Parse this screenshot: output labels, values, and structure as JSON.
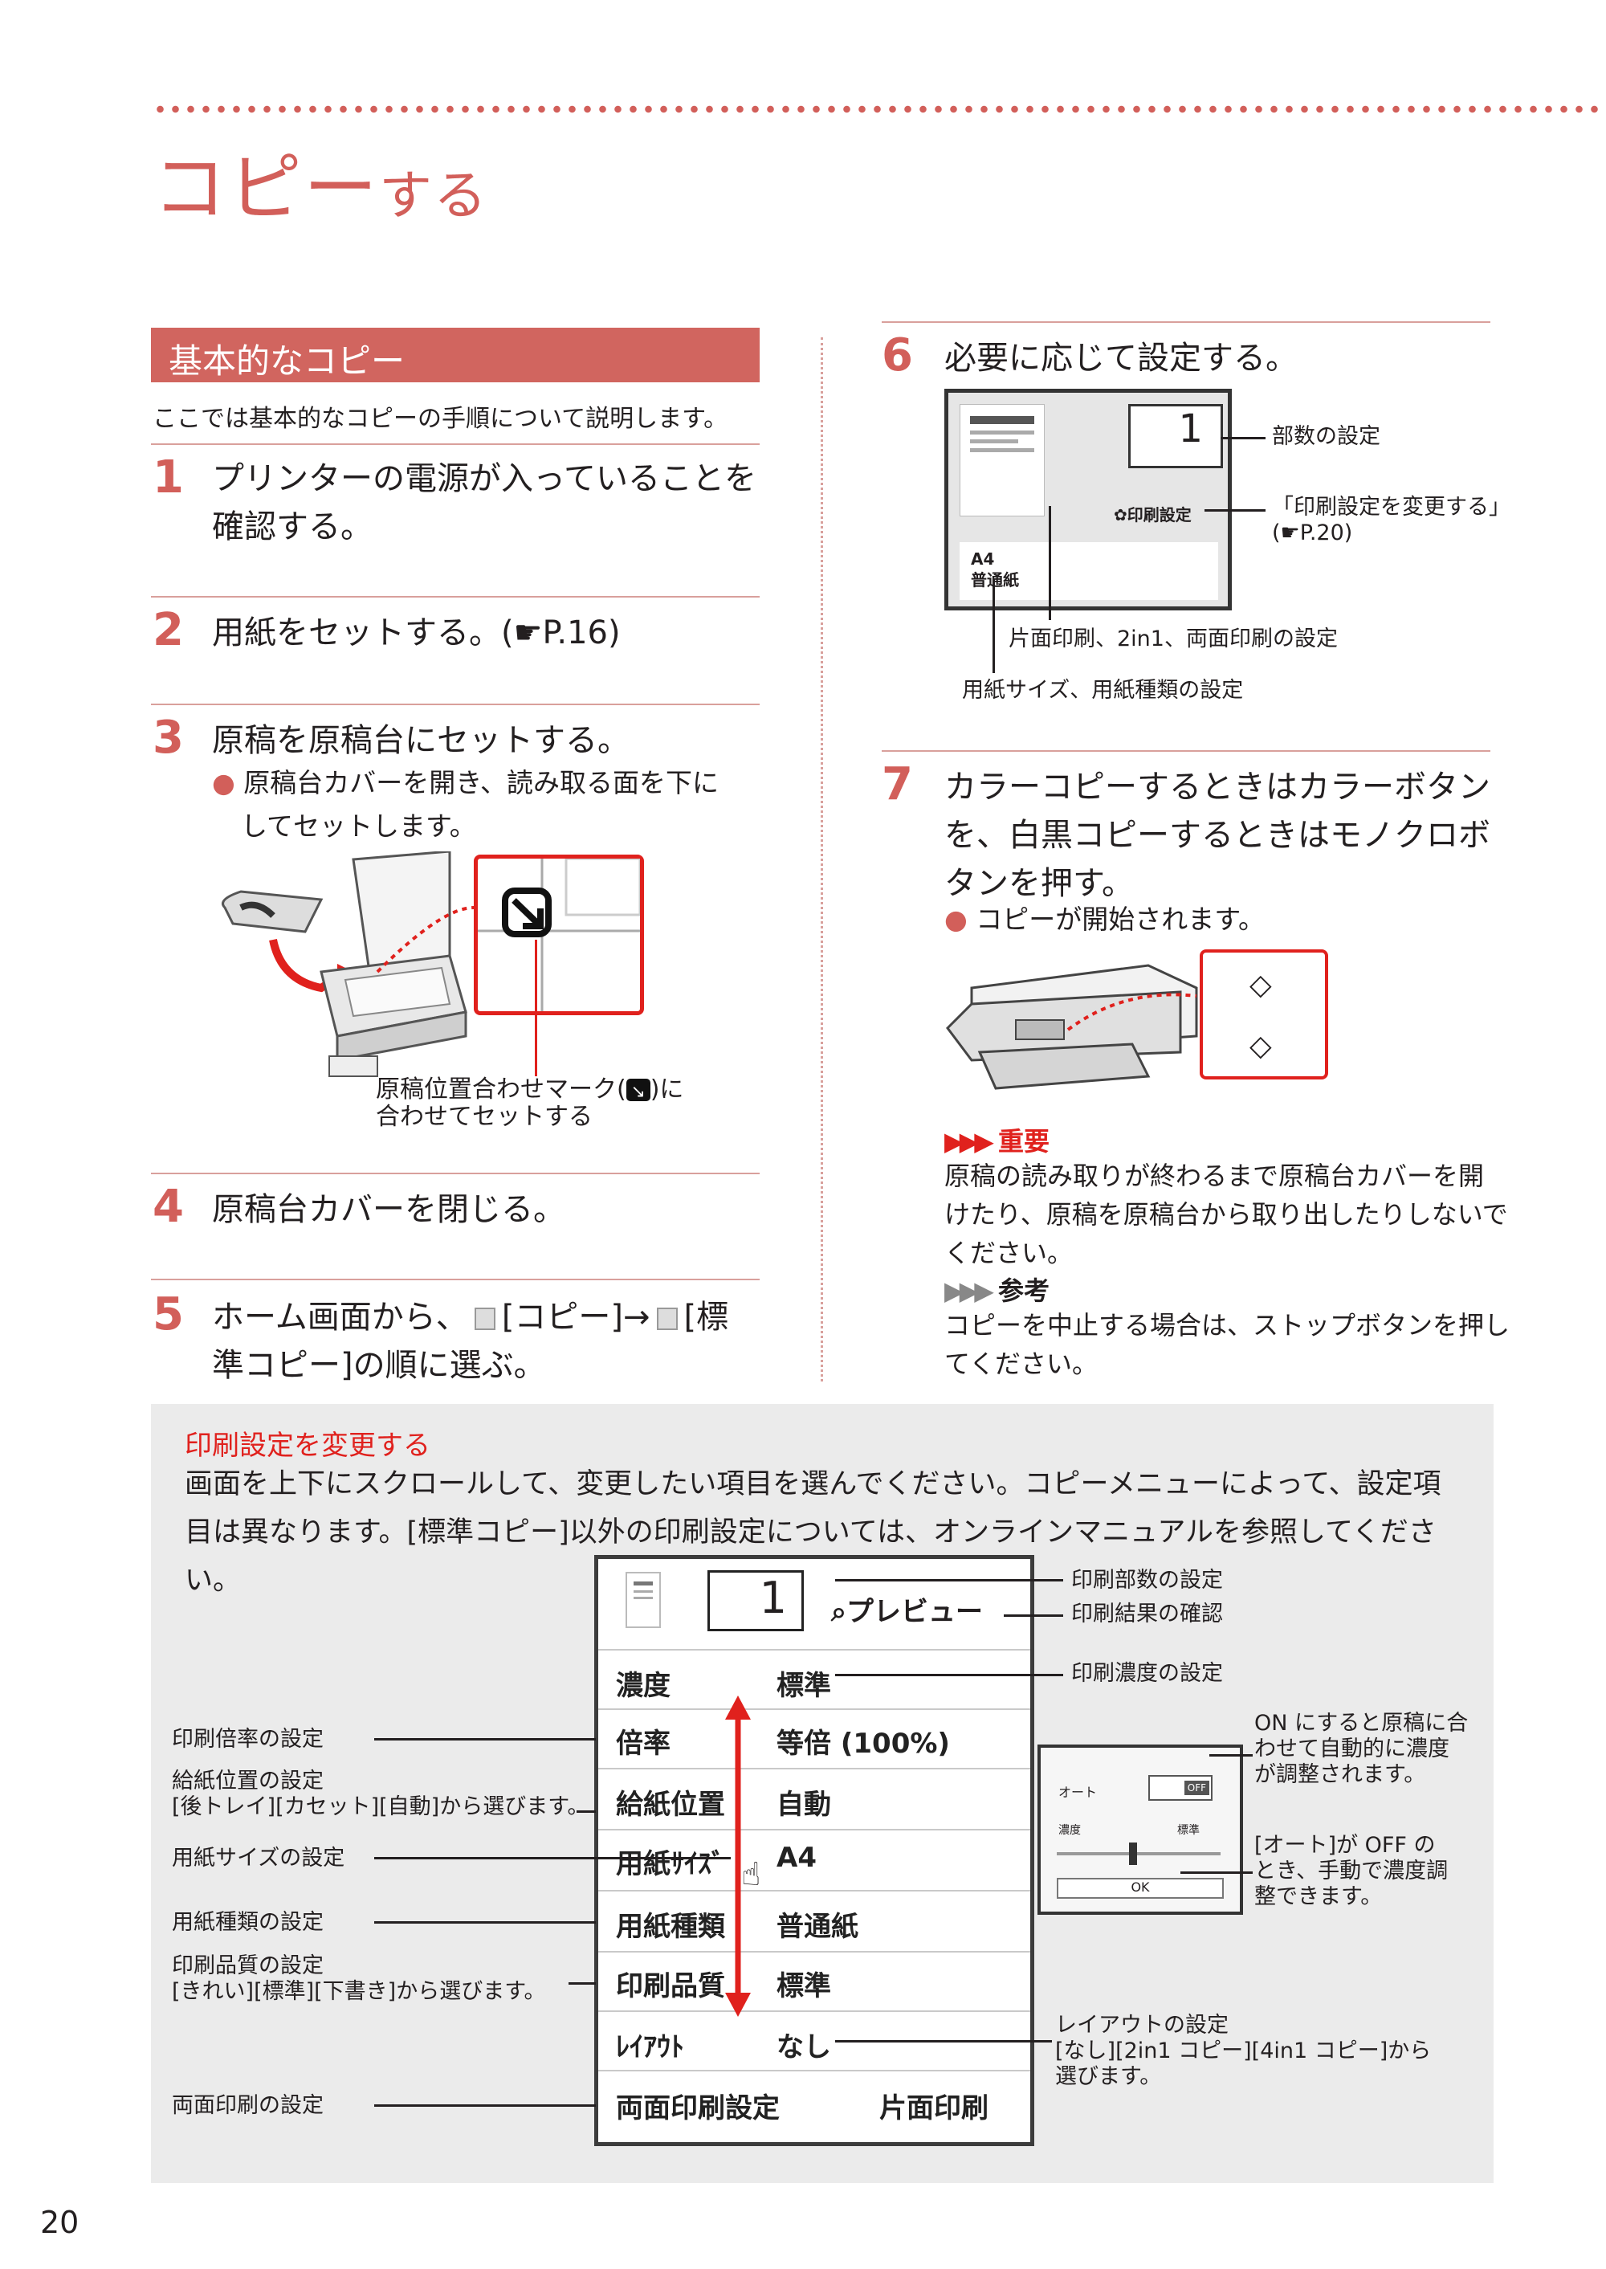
{
  "page_title": {
    "main": "コピー",
    "suffix": "する"
  },
  "section": {
    "title": "基本的なコピー",
    "intro": "ここでは基本的なコピーの手順について説明します。"
  },
  "steps": {
    "s1": {
      "num": "1",
      "line1": "プリンターの電源が入っていることを",
      "line2": "確認する。"
    },
    "s2": {
      "num": "2",
      "text": "用紙をセットする。(☛P.16)"
    },
    "s3": {
      "num": "3",
      "text": "原稿を原稿台にセットする。",
      "bullet1": "原稿台カバーを開き、読み取る面を下に",
      "bullet2": "してセットします。",
      "caption1": "原稿位置合わせマーク(",
      "caption1b": ")に",
      "caption2": "合わせてセットする"
    },
    "s4": {
      "num": "4",
      "text": "原稿台カバーを閉じる。"
    },
    "s5": {
      "num": "5",
      "line1a": "ホーム画面から、",
      "line1b": "[コピー]→",
      "line1c": "[標",
      "line2": "準コピー]の順に選ぶ。"
    },
    "s6": {
      "num": "6",
      "text": "必要に応じて設定する。",
      "copies_value": "1",
      "copies_label": "部数の設定",
      "print_settings": "✿印刷設定",
      "print_settings_label1": "「印刷設定を変更する」",
      "print_settings_label2": "(☛P.20)",
      "paper_size": "A4",
      "paper_type": "普通紙",
      "duplex_label": "片面印刷、2in1、両面印刷の設定",
      "paper_label": "用紙サイズ、用紙種類の設定"
    },
    "s7": {
      "num": "7",
      "line1": "カラーコピーするときはカラーボタン",
      "line2": "を、白黒コピーするときはモノクロボ",
      "line3": "タンを押す。",
      "bullet": "コピーが開始されます。"
    }
  },
  "important": {
    "head": "重要",
    "line1": "原稿の読み取りが終わるまで原稿台カバーを開",
    "line2": "けたり、原稿を原稿台から取り出したりしないで",
    "line3": "ください。"
  },
  "reference": {
    "head": "参考",
    "line1": "コピーを中止する場合は、ストップボタンを押し",
    "line2": "てください。"
  },
  "panel": {
    "title": "印刷設定を変更する",
    "line1": "画面を上下にスクロールして、変更したい項目を選んでください。コピーメニューによって、設定項",
    "line2": "目は異なります。[標準コピー]以外の印刷設定については、オンラインマニュアルを参照してください。",
    "copies": "1",
    "preview": "プレビュー",
    "rows": [
      {
        "label": "濃度",
        "value": "標準"
      },
      {
        "label": "倍率",
        "value": "等倍 (100%)"
      },
      {
        "label": "給紙位置",
        "value": "自動"
      },
      {
        "label": "用紙ｻｲｽﾞ",
        "value": "A4"
      },
      {
        "label": "用紙種類",
        "value": "普通紙"
      },
      {
        "label": "印刷品質",
        "value": "標準"
      },
      {
        "label": "ﾚｲｱｳﾄ",
        "value": "なし"
      },
      {
        "label": "両面印刷設定",
        "value": "片面印刷"
      }
    ],
    "callouts_right": {
      "copies": "印刷部数の設定",
      "preview": "印刷結果の確認",
      "density": "印刷濃度の設定",
      "auto1": "ON にすると原稿に合",
      "auto2": "わせて自動的に濃度",
      "auto3": "が調整されます。",
      "manual1": "[オート]が OFF の",
      "manual2": "とき、手動で濃度調",
      "manual3": "整できます。",
      "layout1": "レイアウトの設定",
      "layout2": "[なし][2in1 コピー][4in1 コピー]から",
      "layout3": "選びます。"
    },
    "callouts_left": {
      "mag": "印刷倍率の設定",
      "feed1": "給紙位置の設定",
      "feed2": "[後トレイ][カセット][自動]から選びます。",
      "size": "用紙サイズの設定",
      "type": "用紙種類の設定",
      "quality1": "印刷品質の設定",
      "quality2": "[きれい][標準][下書き]から選びます。",
      "duplex": "両面印刷の設定"
    },
    "density_popup": {
      "auto": "オート",
      "off": "OFF",
      "density": "濃度",
      "std": "標準",
      "ok": "OK"
    }
  },
  "page_number": "20",
  "colors": {
    "accent": "#d25f5a",
    "important": "#e0211d"
  }
}
